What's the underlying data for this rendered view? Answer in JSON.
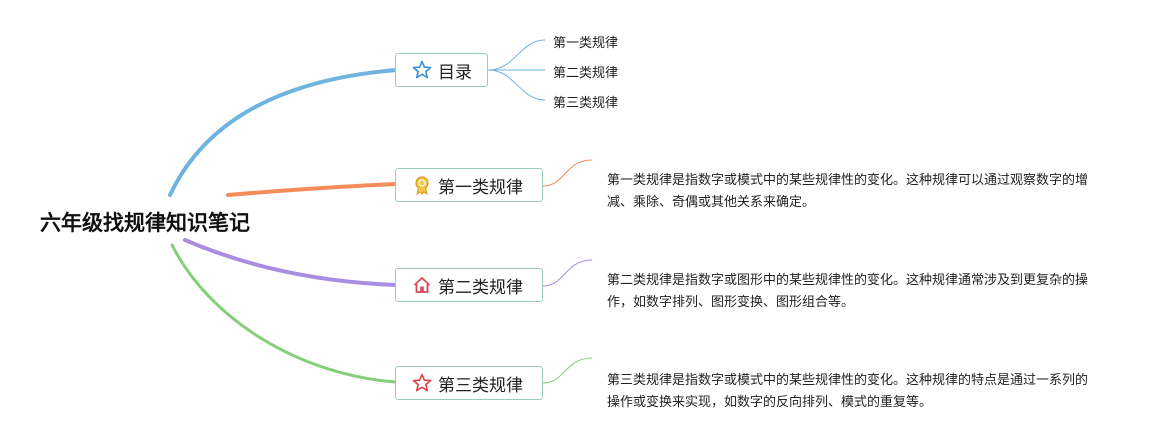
{
  "root": {
    "title": "六年级找规律知识笔记"
  },
  "branches": [
    {
      "label": "目录",
      "icon": "star-outline-icon",
      "color": "#6fb3e0",
      "children": [
        "第一类规律",
        "第二类规律",
        "第三类规律"
      ]
    },
    {
      "label": "第一类规律",
      "icon": "award-icon",
      "color": "#f28c5b",
      "description": "第一类规律是指数字或模式中的某些规律性的变化。这种规律可以通过观察数字的增减、乘除、奇偶或其他关系来确定。"
    },
    {
      "label": "第二类规律",
      "icon": "house-icon",
      "color": "#a98de0",
      "description": "第二类规律是指数字或图形中的某些规律性的变化。这种规律通常涉及到更复杂的操作，如数字排列、图形变换、图形组合等。"
    },
    {
      "label": "第三类规律",
      "icon": "star-outline-icon",
      "color": "#86cf7a",
      "description": "第三类规律是指数字或模式中的某些规律性的变化。这种规律的特点是通过一系列的操作或变换来实现，如数字的反向排列、模式的重复等。"
    }
  ]
}
